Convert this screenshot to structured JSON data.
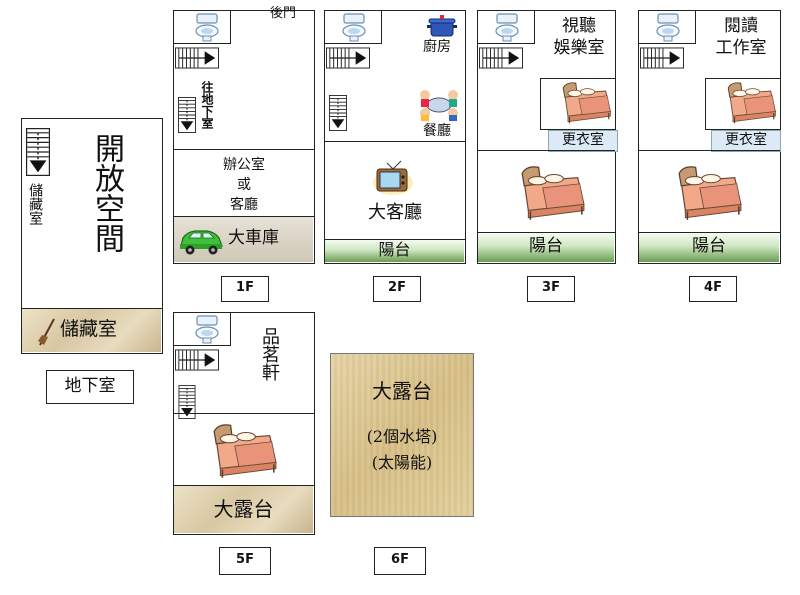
{
  "basement": {
    "open_space": "開放空間",
    "storage_left": "儲藏室",
    "storage_bottom": "儲藏室",
    "label": "地下室"
  },
  "f1": {
    "back_door": "後門",
    "to_basement": "往地下室",
    "office_line1": "辦公室",
    "office_line2": "或",
    "office_line3": "客廳",
    "garage": "大車庫",
    "label": "1F"
  },
  "f2": {
    "kitchen": "廚房",
    "dining": "餐廳",
    "living": "大客廳",
    "balcony": "陽台",
    "label": "2F"
  },
  "f3": {
    "av_line1": "視聽",
    "av_line2": "娛樂室",
    "closet": "更衣室",
    "balcony": "陽台",
    "label": "3F"
  },
  "f4": {
    "read_line1": "閱讀",
    "read_line2": "工作室",
    "closet": "更衣室",
    "balcony": "陽台",
    "label": "4F"
  },
  "f5": {
    "tea": "品茗軒",
    "terrace": "大露台",
    "label": "5F"
  },
  "f6": {
    "terrace": "大露台",
    "note1": "(2個水塔)",
    "note2": "(太陽能)",
    "label": "6F"
  },
  "colors": {
    "balcony_green": "#6c9d55",
    "terrace_wood": "#d7bf86",
    "closet_blue": "#dce9f6"
  }
}
